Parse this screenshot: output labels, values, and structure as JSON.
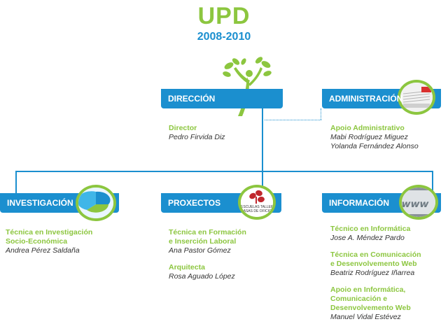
{
  "header": {
    "title": "UPD",
    "years": "2008-2010"
  },
  "colors": {
    "brand_blue": "#1b8fcf",
    "accent_green": "#8cc63f",
    "text_dark": "#333333"
  },
  "boxes": {
    "direccion": {
      "label": "DIRECCIÓN",
      "roles": [
        {
          "title": "Director",
          "people": [
            "Pedro Firvida Diz"
          ]
        }
      ]
    },
    "administracion": {
      "label": "ADMINISTRACIÓN",
      "icon": "papers-icon",
      "roles": [
        {
          "title": "Apoio Administrativo",
          "people": [
            "Mabi Rodríguez Miguez",
            "Yolanda Fernández Alonso"
          ]
        }
      ]
    },
    "investigacion": {
      "label": "INVESTIGACIÓN",
      "icon": "pie-chart-icon",
      "roles": [
        {
          "title_lines": [
            "Técnica en Investigación",
            "Socio-Económica"
          ],
          "people": [
            "Andrea Pérez Saldaña"
          ]
        }
      ]
    },
    "proxectos": {
      "label": "PROXECTOS",
      "icon": "escuelas-taller-logo",
      "logo_text": [
        "ESCUELAS TALLER",
        "CASAS DE OFICIOS"
      ],
      "roles": [
        {
          "title_lines": [
            "Técnica en Formación",
            "e Inserción Laboral"
          ],
          "people": [
            "Ana Pastor Gómez"
          ]
        },
        {
          "title_lines": [
            "Arquitecta"
          ],
          "people": [
            "Rosa Aguado López"
          ]
        }
      ]
    },
    "informacion": {
      "label": "INFORMACIÓN",
      "icon": "www-icon",
      "roles": [
        {
          "title_lines": [
            "Técnico en Informática"
          ],
          "people": [
            "Jose A. Méndez Pardo"
          ]
        },
        {
          "title_lines": [
            "Técnica en Comunicación",
            "e Desenvolvemento Web"
          ],
          "people": [
            "Beatriz Rodríguez Iñarrea"
          ]
        },
        {
          "title_lines": [
            "Apoio en Informática,",
            "Comunicación e",
            "Desenvolvemento Web"
          ],
          "people": [
            "Manuel Vidal Estévez"
          ]
        }
      ]
    }
  }
}
